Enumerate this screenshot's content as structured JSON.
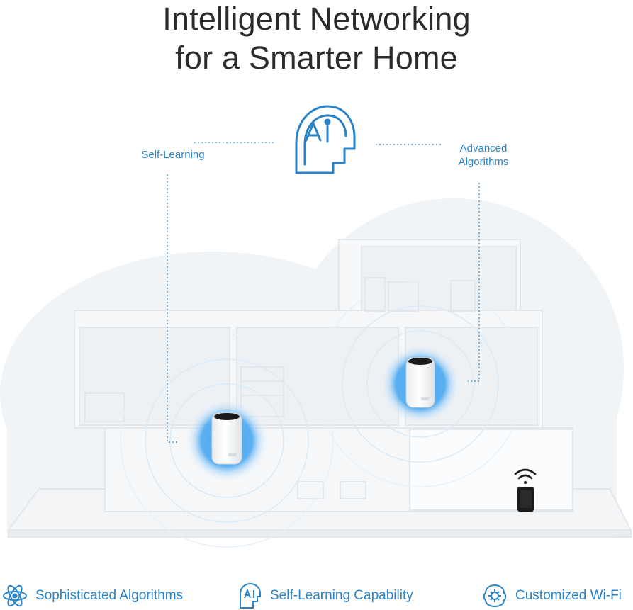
{
  "headline": {
    "line1": "Intelligent Networking",
    "line2": "for a Smarter Home"
  },
  "callouts": {
    "left": "Self-Learning",
    "right_line1": "Advanced",
    "right_line2": "Algorithms"
  },
  "features": [
    {
      "label": "Sophisticated Algorithms",
      "icon": "atom-icon"
    },
    {
      "label": "Self-Learning Capability",
      "icon": "ai-head-icon"
    },
    {
      "label": "Customized Wi-Fi",
      "icon": "brain-gear-icon"
    }
  ],
  "colors": {
    "accent_blue": "#2a83c6",
    "halo_blue": "#3ea0ef",
    "title_text": "#2b2b2b"
  }
}
